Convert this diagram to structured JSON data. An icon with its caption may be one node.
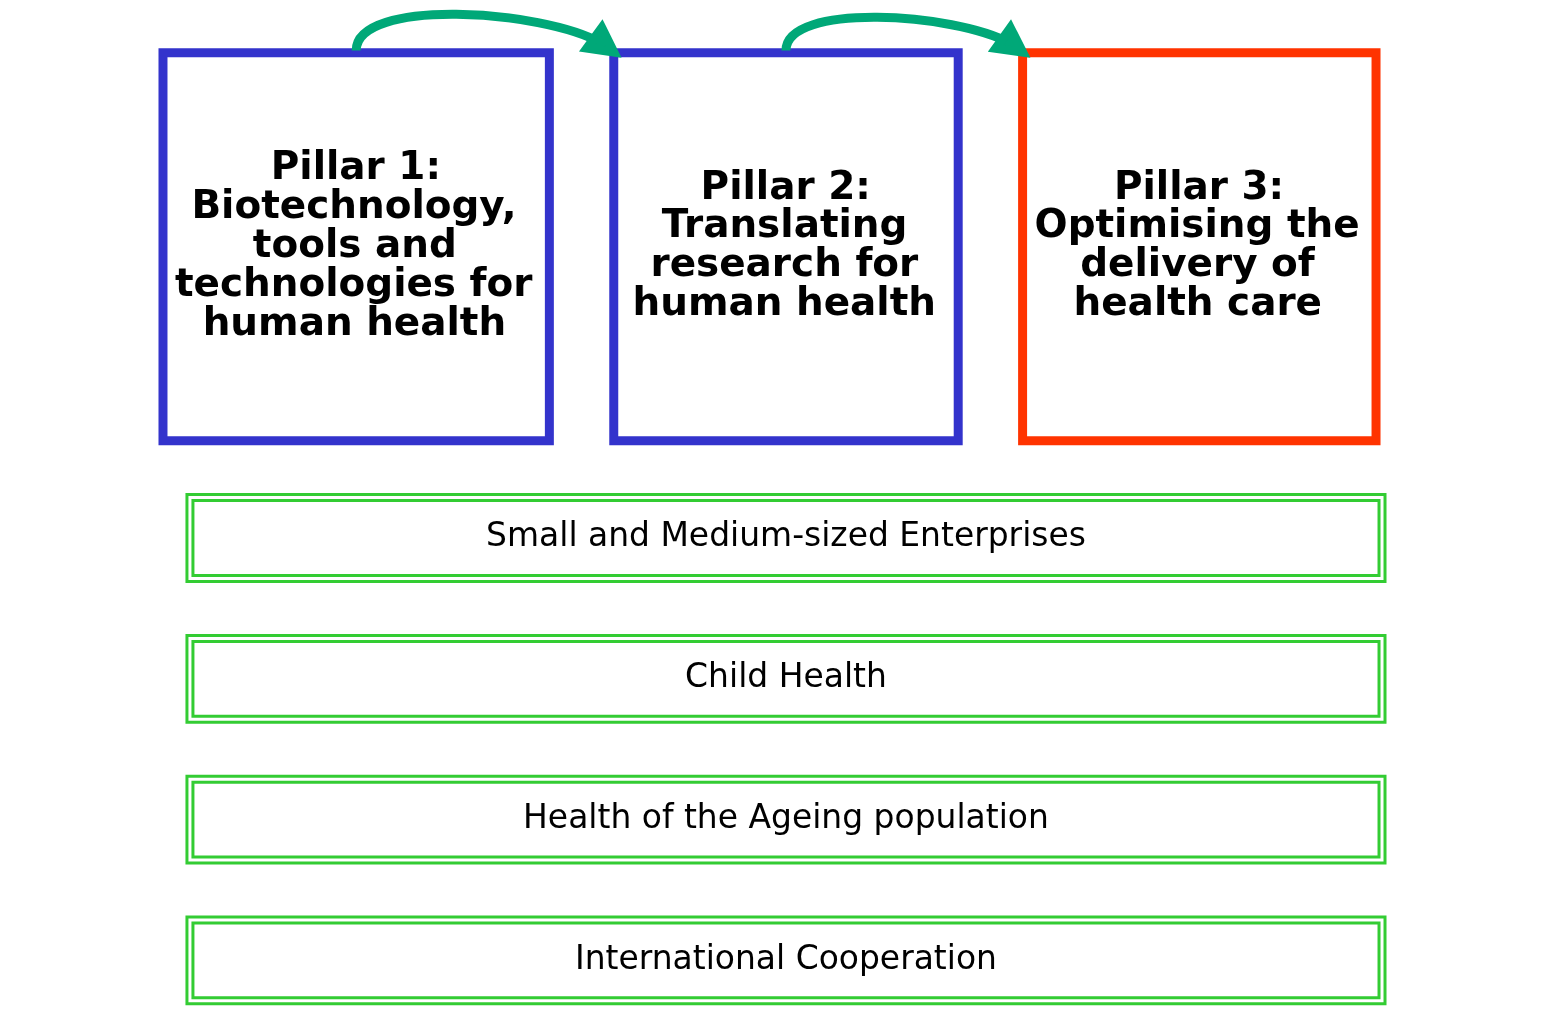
{
  "diagram": {
    "nodes": [
      {
        "text": [
          "Pillar 1:",
          "Biotechnology, tools and technologies for human health"
        ]
      },
      {
        "text": [
          "Pillar 2:",
          "Translating research for human health"
        ]
      },
      {
        "text": [
          "Pillar 3:",
          "Optimising the delivery of health care"
        ]
      },
      {
        "text": [
          "Small and Medium-sized Enterprises"
        ]
      },
      {
        "text": [
          "Child Health"
        ]
      },
      {
        "text": [
          "Health of the Ageing population"
        ]
      },
      {
        "text": [
          "International Cooperation"
        ]
      }
    ],
    "edges": [
      {
        "from": 0,
        "to": 1,
        "arrow": "to"
      },
      {
        "from": 1,
        "to": 2,
        "arrow": "to"
      }
    ]
  }
}
